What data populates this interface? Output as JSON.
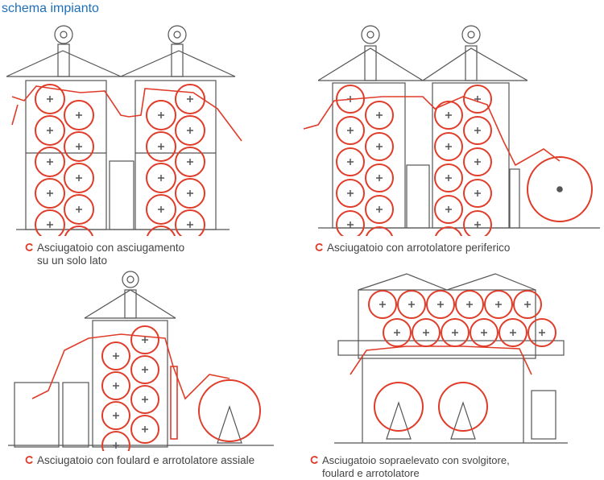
{
  "title": "schema impianto",
  "colors": {
    "title": "#1e6fb8",
    "roller": "#e03c2a",
    "line": "#555555",
    "caption": "#444444"
  },
  "icons": {
    "legend": "red-loop-icon",
    "blower": "fan-icon"
  },
  "panels": [
    {
      "caption_lines": [
        "Asciugatoio con asciugamento",
        "su un solo lato"
      ]
    },
    {
      "caption_lines": [
        "Asciugatoio con arrotolatore periferico"
      ]
    },
    {
      "caption_lines": [
        "Asciugatoio con foulard e arrotolatore assiale"
      ]
    },
    {
      "caption_lines": [
        "Asciugatoio sopraelevato con svolgitore,",
        "foulard e arrotolatore"
      ]
    }
  ]
}
